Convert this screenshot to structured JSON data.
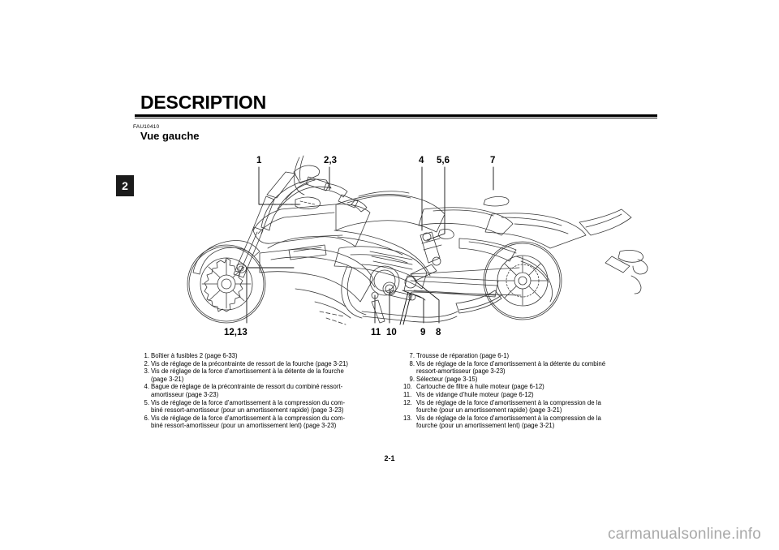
{
  "document": {
    "chapter_tab": "2",
    "title": "DESCRIPTION",
    "reference_code": "FAU10410",
    "section_heading": "Vue gauche",
    "page_number": "2-1",
    "watermark": "carmanualsonline.info"
  },
  "figure": {
    "callouts_top": [
      {
        "label": "1"
      },
      {
        "label": "2,3"
      },
      {
        "label": "4"
      },
      {
        "label": "5,6"
      },
      {
        "label": "7"
      }
    ],
    "callouts_bottom": [
      {
        "label": "12,13"
      },
      {
        "label": "11"
      },
      {
        "label": "10"
      },
      {
        "label": "9"
      },
      {
        "label": "8"
      }
    ]
  },
  "legend": {
    "left_column": [
      {
        "number": "1.",
        "line1": "Boîtier à fusibles 2 (page 6-33)",
        "line2": ""
      },
      {
        "number": "2.",
        "line1": "Vis de réglage de la précontrainte de ressort de la fourche (page 3-21)",
        "line2": ""
      },
      {
        "number": "3.",
        "line1": "Vis de réglage de la force d’amortissement à la détente de la fourche",
        "line2": "(page 3-21)"
      },
      {
        "number": "4.",
        "line1": "Bague de réglage de la précontrainte de ressort du combiné ressort-",
        "line2": "amortisseur (page 3-23)"
      },
      {
        "number": "5.",
        "line1": "Vis de réglage de la force d’amortissement à la compression du com-",
        "line2": "biné ressort-amortisseur (pour un amortissement rapide) (page 3-23)"
      },
      {
        "number": "6.",
        "line1": "Vis de réglage de la force d’amortissement à la compression du com-",
        "line2": "biné ressort-amortisseur (pour un amortissement lent) (page 3-23)"
      }
    ],
    "right_column": [
      {
        "number": "7.",
        "line1": "Trousse de réparation (page 6-1)",
        "line2": ""
      },
      {
        "number": "8.",
        "line1": "Vis de réglage de la force d’amortissement à la détente du combiné",
        "line2": "ressort-amortisseur (page 3-23)"
      },
      {
        "number": "9.",
        "line1": "Sélecteur (page 3-15)",
        "line2": ""
      },
      {
        "number": "10.",
        "line1": "Cartouche de filtre à huile moteur (page 6-12)",
        "line2": ""
      },
      {
        "number": "11.",
        "line1": "Vis de vidange d’huile moteur (page 6-12)",
        "line2": ""
      },
      {
        "number": "12.",
        "line1": "Vis de réglage de la force d’amortissement à la compression de la",
        "line2": "fourche (pour un amortissement rapide) (page 3-21)"
      },
      {
        "number": "13.",
        "line1": "Vis de réglage de la force d’amortissement à la compression de la",
        "line2": "fourche (pour un amortissement lent) (page 3-21)"
      }
    ]
  },
  "colors": {
    "text": "#000000",
    "tab_background": "#1b1b1b",
    "watermark": "#a9a9a9",
    "line_art": "#3a3a3a"
  }
}
